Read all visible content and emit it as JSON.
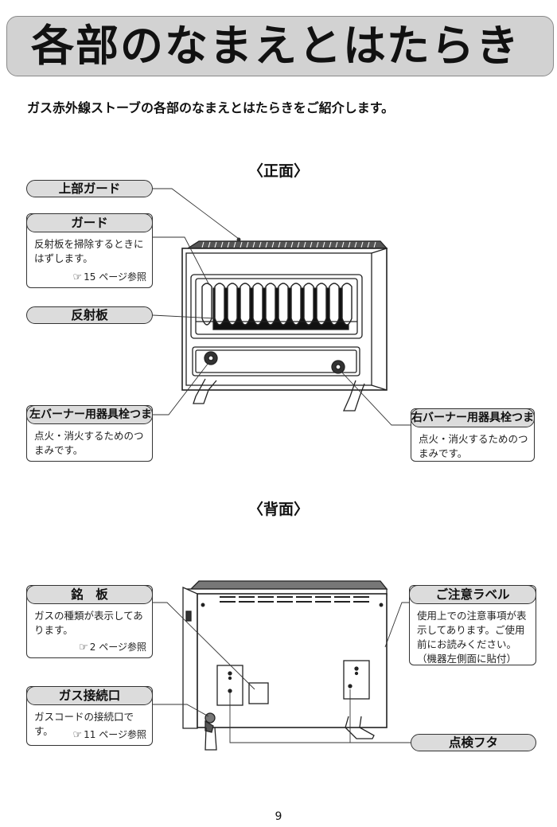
{
  "header": {
    "title": "各部のなまえとはたらき",
    "intro": "ガス赤外線ストーブの各部のなまえとはたらきをご紹介します。"
  },
  "front": {
    "heading": "〈正面〉",
    "upper_guard": {
      "label": "上部ガード"
    },
    "guard": {
      "label": "ガード",
      "desc": "反射板を掃除するときにはずします。",
      "ref": "15 ページ参照"
    },
    "reflector": {
      "label": "反射板"
    },
    "left_knob": {
      "label": "左バーナー用器具栓つまみ",
      "desc": "点火・消火するためのつまみです。"
    },
    "right_knob": {
      "label": "右バーナー用器具栓つまみ",
      "desc": "点火・消火するためのつまみです。"
    }
  },
  "back": {
    "heading": "〈背面〉",
    "nameplate": {
      "label": "銘　板",
      "desc": "ガスの種類が表示してあります。",
      "ref": "2 ページ参照"
    },
    "gas_inlet": {
      "label": "ガス接続口",
      "desc": "ガスコードの接続口です。",
      "ref": "11 ページ参照"
    },
    "caution_label": {
      "label": "ご注意ラベル",
      "desc": "使用上での注意事項が表示してあります。ご使用前にお読みください。（機器左側面に貼付）"
    },
    "inspection_cover": {
      "label": "点検フタ"
    }
  },
  "icons": {
    "reference": "pointing-hand-icon"
  },
  "page_number": "9"
}
